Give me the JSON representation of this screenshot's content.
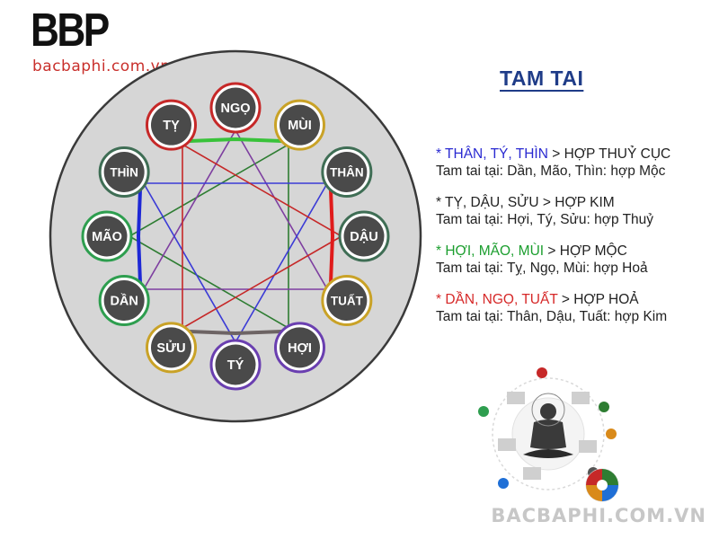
{
  "logo": {
    "mark": "BBP",
    "url": "bacbaphi.com.vn"
  },
  "title": "TAM TAI",
  "wheel": {
    "branches": [
      {
        "name": "NGỌ",
        "ring": "#c62828"
      },
      {
        "name": "MÙI",
        "ring": "#c9a227"
      },
      {
        "name": "THÂN",
        "ring": "#3f6e55"
      },
      {
        "name": "DẬU",
        "ring": "#3f6e55"
      },
      {
        "name": "TUẤT",
        "ring": "#c9a227"
      },
      {
        "name": "HỢI",
        "ring": "#6a3fb0"
      },
      {
        "name": "TÝ",
        "ring": "#6a3fb0"
      },
      {
        "name": "SỬU",
        "ring": "#c9a227"
      },
      {
        "name": "DẦN",
        "ring": "#2e9e4f"
      },
      {
        "name": "MÃO",
        "ring": "#2e9e4f"
      },
      {
        "name": "THÌN",
        "ring": "#3f6e55"
      },
      {
        "name": "TỴ",
        "ring": "#c62828"
      }
    ],
    "triangles": [
      {
        "color": "#2e7d32",
        "vertices": [
          1,
          5,
          9
        ]
      },
      {
        "color": "#7e3fa0",
        "vertices": [
          0,
          4,
          8
        ]
      },
      {
        "color": "#3b3bd6",
        "vertices": [
          2,
          6,
          10
        ]
      },
      {
        "color": "#c62828",
        "vertices": [
          3,
          7,
          11
        ]
      }
    ],
    "arcs": [
      {
        "color": "#39c23a",
        "between": [
          11,
          0,
          1
        ]
      },
      {
        "color": "#e01b1b",
        "between": [
          2,
          3,
          4
        ]
      },
      {
        "color": "#6d6464",
        "between": [
          5,
          6,
          7
        ]
      },
      {
        "color": "#1e28d6",
        "between": [
          8,
          9,
          10
        ]
      }
    ]
  },
  "groups": [
    {
      "branches": "* THÂN, TÝ, THÌN",
      "arrow": " > ",
      "result": "HỢP THUỶ CỤC",
      "detail": "Tam tai tại: Dần, Mão, Thìn: hợp Mộc",
      "color": "#2a2ad1"
    },
    {
      "branches": "* TỴ, DẬU, SỬU",
      "arrow": " > ",
      "result": "HỢP KIM",
      "detail": "Tam tai tại: Hợi, Tý, Sửu: hợp Thuỷ",
      "color": "#222222"
    },
    {
      "branches": "* HỢI, MÃO, MÙI",
      "arrow": " > ",
      "result": "HỢP MỘC",
      "detail": "Tam tai tại: Tỵ, Ngọ, Mùi: hợp Hoả",
      "color": "#1b9e2e"
    },
    {
      "branches": "* DẦN, NGỌ, TUẤT",
      "arrow": " > ",
      "result": "HỢP HOẢ",
      "detail": "Tam tai tại: Thân, Dậu, Tuất: hợp Kim",
      "color": "#d62828"
    }
  ],
  "watermark": "BACBAPHI.COM.VN"
}
